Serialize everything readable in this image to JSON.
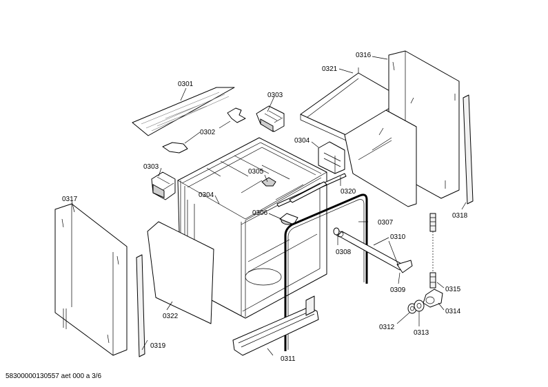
{
  "footer": {
    "reference": "58300000130557 aet 000 a 3/6"
  },
  "parts": {
    "p0301": "0301",
    "p0302": "0302",
    "p0303a": "0303",
    "p0303b": "0303",
    "p0304a": "0304",
    "p0304b": "0304",
    "p0305": "0305",
    "p0306": "0306",
    "p0307": "0307",
    "p0308": "0308",
    "p0309": "0309",
    "p0310": "0310",
    "p0311": "0311",
    "p0312": "0312",
    "p0313": "0313",
    "p0314": "0314",
    "p0315": "0315",
    "p0316": "0316",
    "p0317": "0317",
    "p0318": "0318",
    "p0319": "0319",
    "p0320": "0320",
    "p0321": "0321",
    "p0322": "0322"
  }
}
